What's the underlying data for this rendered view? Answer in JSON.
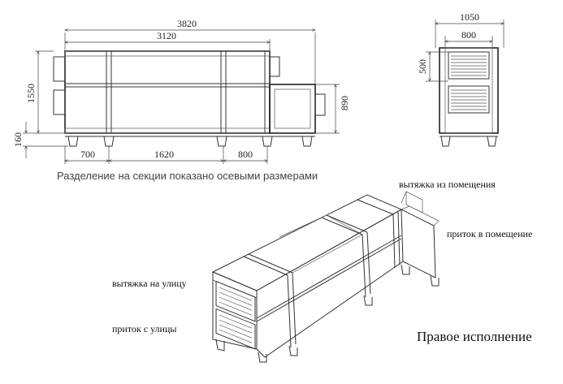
{
  "dimensions": {
    "total_length": "3820",
    "main_length": "3120",
    "height_total": "1550",
    "base_height": "160",
    "section_1": "700",
    "section_2": "1620",
    "section_3": "800",
    "heater_height": "890",
    "end_total_width": "1050",
    "end_body_width": "800",
    "end_grille_height": "500"
  },
  "caption": "Разделение на секции показано осевыми размерами",
  "labels": {
    "exhaust_from_room": "вытяжка из помещения",
    "supply_to_room": "приток в помещение",
    "exhaust_to_street": "вытяжка на улицу",
    "supply_from_street": "приток с улицы",
    "version": "Правое исполнение"
  }
}
